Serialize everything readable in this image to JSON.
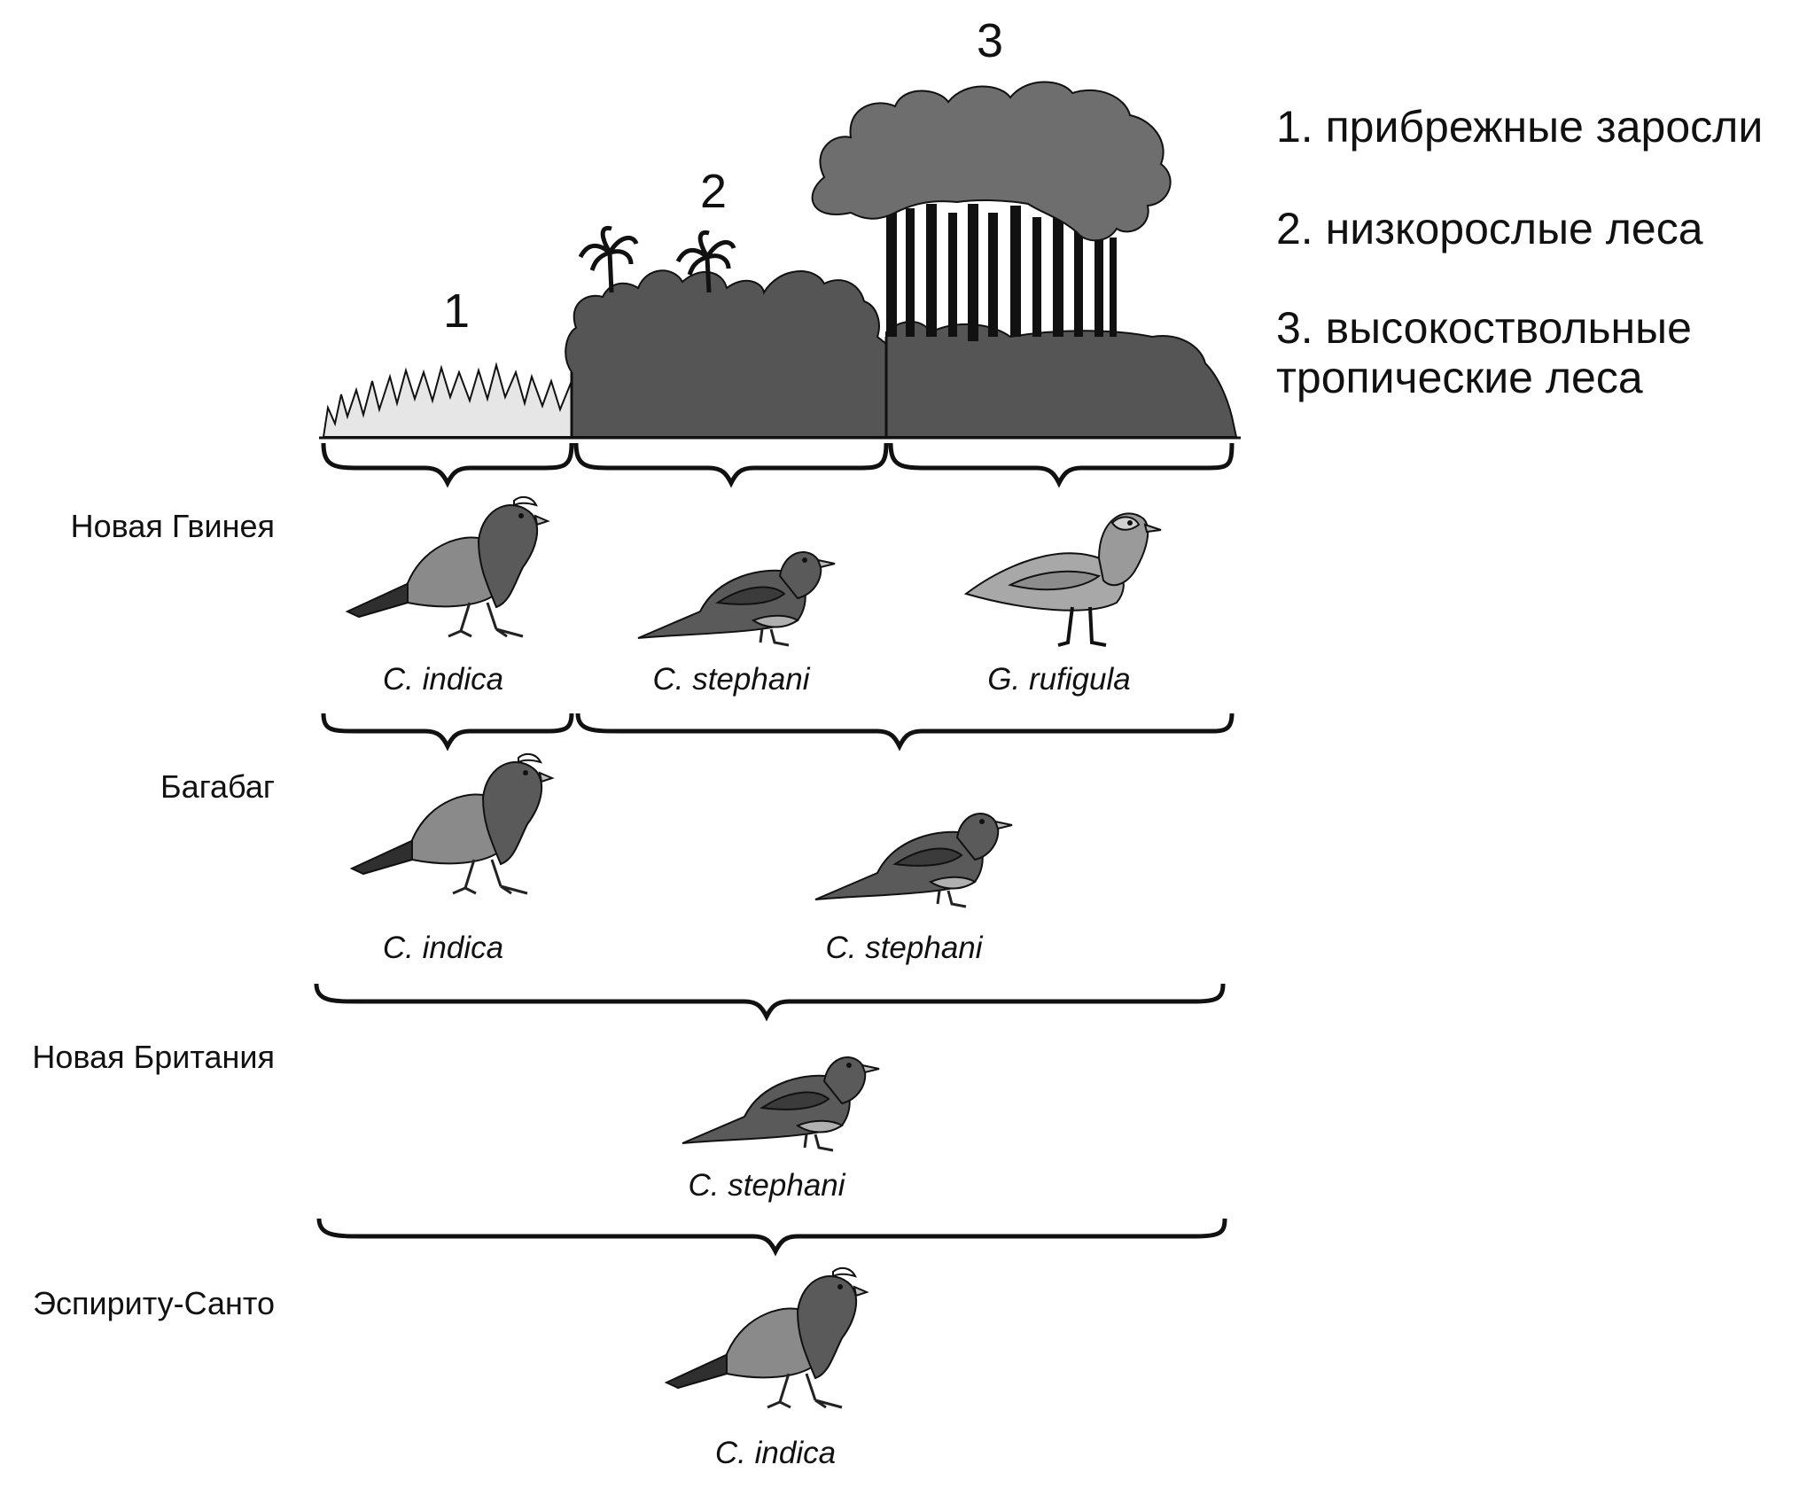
{
  "zones": [
    {
      "number": "1",
      "legend": "1. прибрежные заросли"
    },
    {
      "number": "2",
      "legend": "2. низкорослые леса"
    },
    {
      "number": "3",
      "legend_line1": "3. высокоствольные",
      "legend_line2": "тропические леса"
    }
  ],
  "islands": [
    {
      "name": "Новая Гвинея",
      "species": [
        "C. indica",
        "C. stephani",
        "G. rufigula"
      ]
    },
    {
      "name": "Багабаг",
      "species": [
        "C. indica",
        "C. stephani"
      ]
    },
    {
      "name": "Новая Британия",
      "species": [
        "C. stephani"
      ]
    },
    {
      "name": "Эспириту-Санто",
      "species": [
        "C. indica"
      ]
    }
  ],
  "colors": {
    "zone1_fill": "#e6e6e6",
    "zone2_fill": "#555555",
    "zone3_canopy": "#6e6e6e",
    "bird_dark": "#4a4a4a",
    "bird_mid": "#7a7a7a",
    "bird_light": "#a5a5a5"
  },
  "icons": [
    "grass-icon",
    "palm-icon",
    "tree-trunks-icon",
    "bird-icon",
    "brace-icon"
  ]
}
